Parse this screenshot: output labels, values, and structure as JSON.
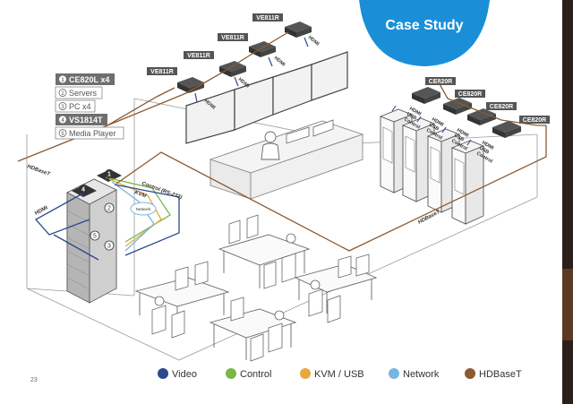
{
  "badge": {
    "title": "Case Study"
  },
  "page_number": "23",
  "legend": [
    {
      "label": "Video",
      "color": "#2a4a8c"
    },
    {
      "label": "Control",
      "color": "#7ab648"
    },
    {
      "label": "KVM / USB",
      "color": "#e8a93a"
    },
    {
      "label": "Network",
      "color": "#76b6e0"
    },
    {
      "label": "HDBaseT",
      "color": "#8a5a32"
    }
  ],
  "component_list": [
    {
      "num": "1",
      "label": "CE820L x4",
      "style": "filled"
    },
    {
      "num": "2",
      "label": "Servers",
      "style": "outline"
    },
    {
      "num": "3",
      "label": "PC x4",
      "style": "outline"
    },
    {
      "num": "4",
      "label": "VS1814T",
      "style": "filled"
    },
    {
      "num": "5",
      "label": "Media Player",
      "style": "outline"
    }
  ],
  "video_wall": {
    "extender_label": "VE811R",
    "port_label": "HDMI"
  },
  "kiosks": {
    "extender_label": "CE820R",
    "port_labels": [
      "HDMI",
      "USB",
      "Control"
    ]
  },
  "rack": {
    "left_link": "HDBaseT",
    "hdmi": "HDMI",
    "control": "Control (RS-232)",
    "kvm": "KVM",
    "network": "Network",
    "markers": [
      "4",
      "1",
      "2",
      "5",
      "3"
    ]
  },
  "floor": {
    "link": "HDBaseT"
  },
  "colors": {
    "badge": "#1a8fd8",
    "video": "#2a4a8c",
    "control": "#7ab648",
    "kvm": "#e8a93a",
    "network": "#76b6e0",
    "hdbaset": "#8a5a32"
  }
}
